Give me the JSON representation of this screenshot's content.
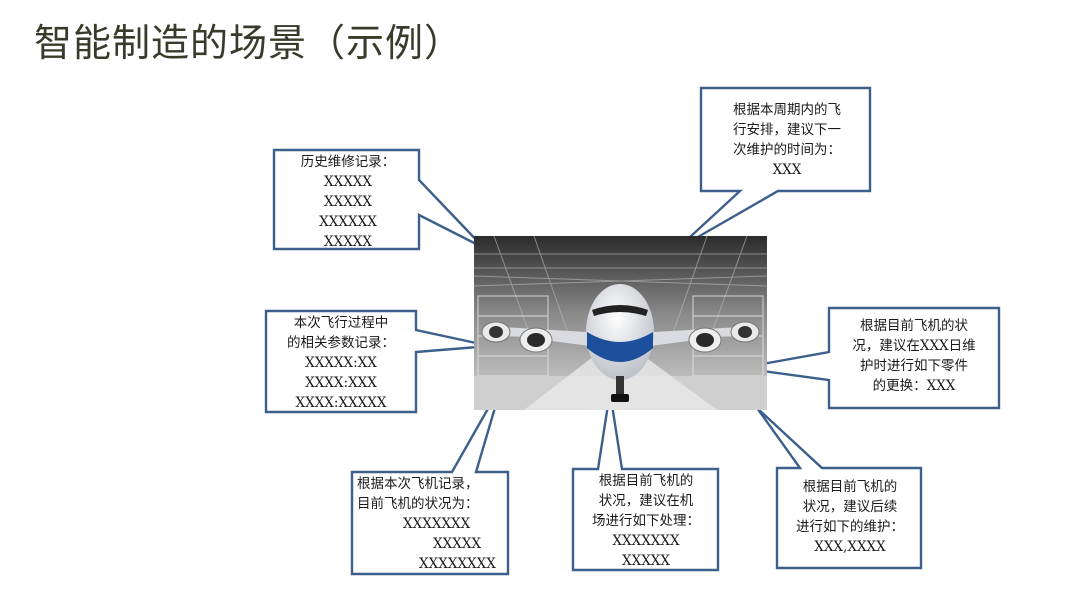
{
  "slide": {
    "title": "智能制造的场景（示例）"
  },
  "image": {
    "subject": "airplane-in-hangar"
  },
  "colors": {
    "callout_border": "#3c5f8c",
    "title": "#3a3a2a"
  },
  "callouts": {
    "history": {
      "lines": [
        "历史维修记录：",
        "XXXXX",
        "XXXXX",
        "XXXXXX",
        "XXXXX"
      ]
    },
    "schedule": {
      "lines": [
        "根据本周期内的飞",
        "行安排，建议下一",
        "次维护的时间为：",
        "XXX"
      ]
    },
    "params": {
      "lines": [
        "本次飞行过程中",
        "的相关参数记录：",
        "XXXXX:XX",
        "XXXX:XXX",
        "XXXX:XXXXX"
      ]
    },
    "parts": {
      "lines": [
        "根据目前飞机的状",
        "况，建议在XXX日维",
        "护时进行如下零件",
        "的更换：XXX"
      ]
    },
    "status": {
      "lines": [
        "根据本次飞机记录，",
        "目前飞机的状况为：",
        "XXXXXXX",
        "XXXXX",
        "XXXXXXXX"
      ]
    },
    "airport": {
      "lines": [
        "根据目前飞机的",
        "状况，建议在机",
        "场进行如下处理：",
        "XXXXXXX",
        "XXXXX"
      ]
    },
    "followup": {
      "lines": [
        "根据目前飞机的",
        "状况，建议后续",
        "进行如下的维护：",
        "XXX,XXXX"
      ]
    }
  }
}
